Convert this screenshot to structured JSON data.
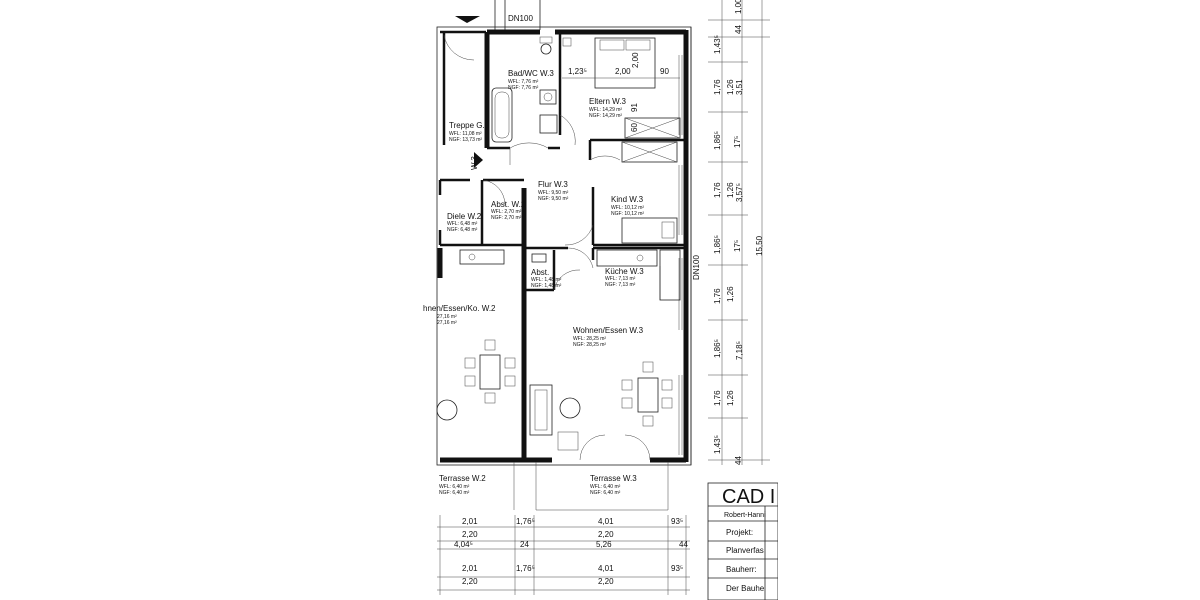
{
  "drainpipe": "DN100",
  "rooms": {
    "bad": {
      "name": "Bad/WC     W.3",
      "wfl": "WFL: 7,76 m²",
      "ngf": "NGF: 7,76 m²"
    },
    "eltern": {
      "name": "Eltern W.3",
      "wfl": "WFL: 14,29 m²",
      "ngf": "NGF: 14,29 m²"
    },
    "treppe": {
      "name": "Treppe G.",
      "wfl": "WFL: 11,08 m²",
      "ngf": "NGF: 13,73 m²"
    },
    "flur": {
      "name": "Flur W.3",
      "wfl": "WFL: 9,50 m²",
      "ngf": "NGF: 9,50 m²"
    },
    "kind": {
      "name": "Kind W.3",
      "wfl": "WFL: 10,12 m²",
      "ngf": "NGF: 10,12 m²"
    },
    "abst2": {
      "name": "Abst. W.2",
      "wfl": "WFL: 2,70 m²",
      "ngf": "NGF: 2,70 m²"
    },
    "diele2": {
      "name": "Diele W.2",
      "wfl": "WFL: 6,48 m²",
      "ngf": "NGF: 6,48 m²"
    },
    "abst3": {
      "name": "Abst.",
      "wfl": "WFL: 1,48 m²",
      "ngf": "NGF: 1,48 m²"
    },
    "kueche": {
      "name": "Küche W.3",
      "wfl": "WFL: 7,13 m²",
      "ngf": "NGF: 7,13 m²"
    },
    "wohnen2": {
      "name": "hnen/Essen/Ko. W.2",
      "wfl": "27,16 m²",
      "ngf": "27,16 m²"
    },
    "wohnen3": {
      "name": "Wohnen/Essen W.3",
      "wfl": "WFL: 28,25 m²",
      "ngf": "NGF: 28,25 m²"
    },
    "terr2": {
      "name": "Terrasse  W.2",
      "wfl": "WFL: 6,40 m²",
      "ngf": "NGF: 6,40 m²"
    },
    "terr3": {
      "name": "Terrasse  W.3",
      "wfl": "WFL: 6,40 m²",
      "ngf": "NGF: 6,40 m²"
    }
  },
  "unit_marker": "W.3",
  "inner_dims": [
    "1,23⁵",
    "2,00",
    "2,00",
    "90",
    "91",
    "60"
  ],
  "right_dims_outer": [
    "1,00",
    "44",
    "1,43⁵",
    "1,76",
    "1,86⁵",
    "1,76",
    "1,86⁵",
    "1,76",
    "1,86⁵",
    "1,76",
    "1,43⁵",
    "44"
  ],
  "right_dims_inner": [
    "1,26",
    "3,51",
    "17⁵",
    "1,26",
    "3,57⁵",
    "17⁵",
    "1,26",
    "7,18⁵",
    "1,26"
  ],
  "right_dim_total": "15,50",
  "bottom_row1": [
    "2,01",
    "1,76⁵",
    "4,01",
    "93⁵"
  ],
  "bottom_row2": [
    "2,20",
    "2,20"
  ],
  "bottom_row3": [
    "4,04⁵",
    "24",
    "5,26",
    "44"
  ],
  "bottom_row4": [
    "2,01",
    "1,76⁵",
    "4,01",
    "93⁵"
  ],
  "bottom_row5": [
    "2,20",
    "2,20"
  ],
  "title_block": {
    "heading": "CAD I",
    "address": "Robert-Hanni",
    "projekt": "Projekt:",
    "planverfasser": "Planverfas",
    "bauherr": "Bauherr:",
    "bauherr2": "Der Bauhe"
  }
}
